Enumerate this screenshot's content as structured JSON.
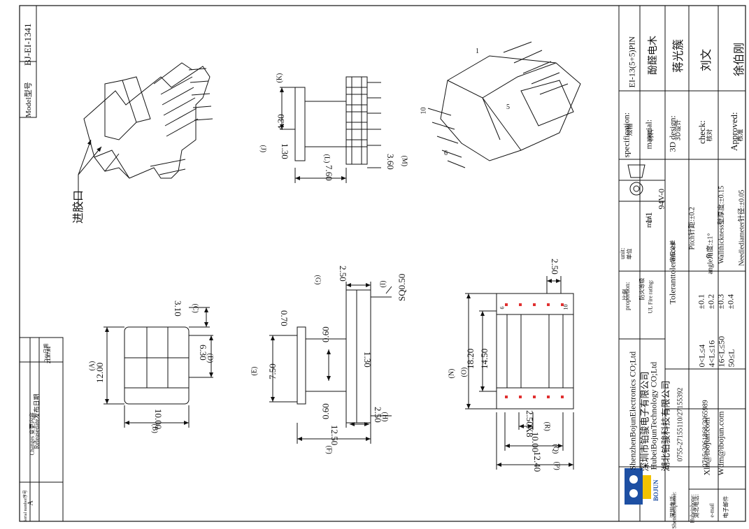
{
  "model": {
    "label": "Model型号",
    "value": "BJ-EI-1341"
  },
  "inlet_label": "进胶口",
  "dims": {
    "K": "4.30",
    "K_tag": "(K)",
    "J": "1.30",
    "J_tag": "(J)",
    "L": "7.60",
    "L_tag": "(L)",
    "M": "3.60",
    "M_tag": "(M)",
    "C": "3.10",
    "C_tag": "(C)",
    "A": "12.00",
    "A_tag": "(A)",
    "D": "6.30",
    "D_tag": "(D)",
    "B": "10.00",
    "B_tag": "(B)",
    "G": "2.50",
    "G_tag": "(G)",
    "I": "SQ0.50",
    "I_tag": "(I)",
    "t070": "0.70",
    "t060a": "0.60",
    "E": "7.50",
    "E_tag": "(E)",
    "t130": "1.30",
    "t060b": "0.60",
    "H": "2.50",
    "H_tag": "(H)",
    "F": "12.50",
    "F_tag": "(F)",
    "top250": "2.50",
    "N": "18.20",
    "N_tag": "(N)",
    "O": "14.50",
    "O_tag": "(O)",
    "R": "2.50X8",
    "R_tag": "(R)",
    "Q": "10.00",
    "Q_tag": "(Q)",
    "P": "12.40",
    "P_tag": "(P)"
  },
  "pins": {
    "p1": "1",
    "p5": "5",
    "p6": "6",
    "p10": "10",
    "v6": "6",
    "v10": "10"
  },
  "revision": {
    "col_serial": "Serial number序号",
    "col_changes": "Changes 变更内容",
    "col_date": "Date日期",
    "rows": [
      {
        "serial": "A",
        "change": "Releasedate发布日期",
        "date": "21.07.01"
      }
    ]
  },
  "title_block": {
    "spec_label": "specification:",
    "spec_cn": "规格",
    "spec_value": "EI-13(5+5)PIN",
    "material_label": "material:",
    "material_cn": "材料",
    "material_value": "酚醛电木",
    "design_label": "3D design:",
    "design_cn": "3D设计",
    "design_value": "蒋光簇",
    "check_label": "check:",
    "check_cn": "核对",
    "check_value": "刘文",
    "approved_label": "Approved:",
    "approved_cn": "核准",
    "approved_value": "徐伯刚",
    "unit_label": "unit:",
    "unit_cn": "单位",
    "unit_value": "mm",
    "proportion_label": "proportion:",
    "proportion_cn": "比例",
    "proportion_value": "1/1",
    "fire_label": "UL Fire rating:",
    "fire_cn": "防火等级",
    "fire_value": "94V-0",
    "tolerances_label": "Toleranttolerances",
    "tolerances_cn": "容忍公差",
    "tol_pitch": "Pitch针距:±0.2",
    "tol_wall": "Wallthickness壁厚度:±0.15",
    "tol_angle": "angle角度:±1°",
    "tol_needle": "Needlediameter针径:±0.05",
    "tol_range1": "0<L≤4",
    "tol_val1": "±0.1",
    "tol_range2": "4<L≤16",
    "tol_val2": "±0.2",
    "tol_range3": "16<L≤50",
    "tol_val3": "±0.3",
    "tol_range4": "50≤L",
    "tol_val4": "±0.4"
  },
  "company": {
    "name1_en": "ShenzhenBojunElectronics CO;Ltd",
    "name1_cn": "深圳市铂骏电子有限公司",
    "name2_en": "HubeiBojunTechnology CO;Ltd",
    "name2_cn": "湖北铂骏科技有限公司",
    "logo_text": "BOJUN",
    "sz_phone_label": "Shenzhenphone:",
    "sz_phone_cn": "深圳电话:",
    "sz_phone": "0755-27155110/27155392",
    "hb_phone_label": "Hubeiphone:",
    "hb_phone_cn": "湖北电话:",
    "hb_phone": "0715-3061868/3065989",
    "email_label": "e-mail",
    "email_cn": "电子邮件",
    "email1": "Xln@ibojun.com",
    "email2": "Wdm@ibojun.com"
  },
  "colors": {
    "line": "#111111",
    "logo_blue": "#1d4fa3",
    "logo_yellow": "#f2c200",
    "pin_dot": "#e03030"
  }
}
